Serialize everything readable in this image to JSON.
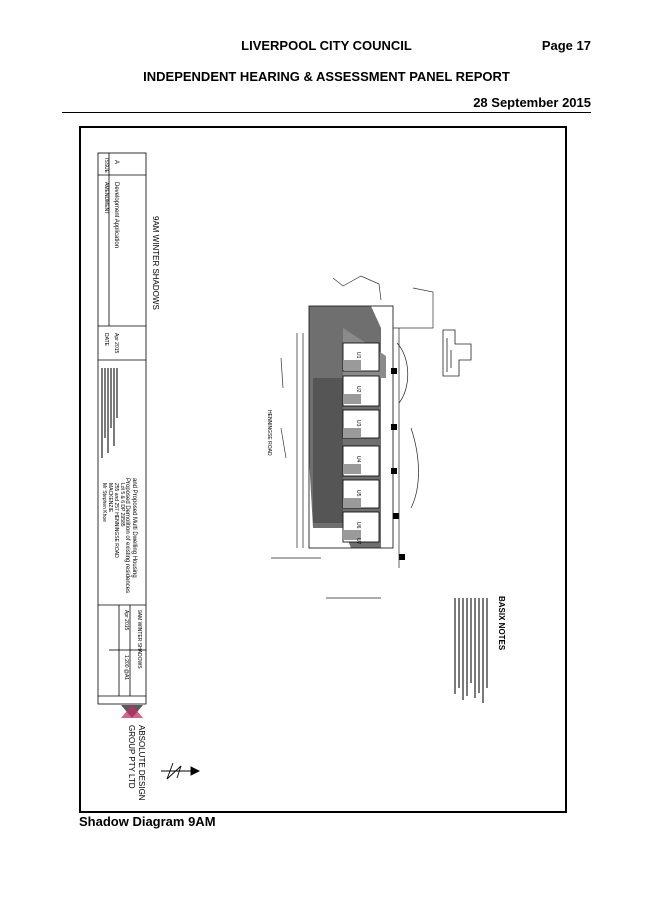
{
  "header": {
    "council": "LIVERPOOL CITY COUNCIL",
    "page": "Page 17",
    "report_title": "INDEPENDENT HEARING & ASSESSMENT PANEL REPORT",
    "date": "28 September 2015"
  },
  "drawing": {
    "title_block": {
      "issue_header": "ISSUE",
      "issue_value": "A",
      "amendment_header": "AMENDMENT",
      "amendment_value": "Development Application",
      "date_header": "DATE",
      "date_value": "Apr 2015",
      "drawing_title": "9AM WINTER SHADOWS",
      "project_line1": "Proposed Demolition of existing residences",
      "project_line2": "and Proposed Multi Dwelling Housing",
      "site_line1": "Lot 5 & 6 DP 29585",
      "site_line2": "255 and 257 HENNINGSE ROAD",
      "site_line3": "MACKENZIE",
      "client": "Mr Stephen Khoe",
      "sheet_title": "9AM WINTER SHADOWS",
      "date_small": "Apr 2015",
      "scale": "1:200 @A1",
      "company_line1": "ABSOLUTE DESIGN",
      "company_line2": "GROUP PTY LTD"
    },
    "road_label": "HENNINGSE ROAD",
    "notes_title": "BASIX NOTES",
    "units": [
      "U1",
      "U2",
      "U3",
      "U4",
      "U5",
      "U6",
      "U7"
    ]
  },
  "caption": "Shadow Diagram 9AM"
}
